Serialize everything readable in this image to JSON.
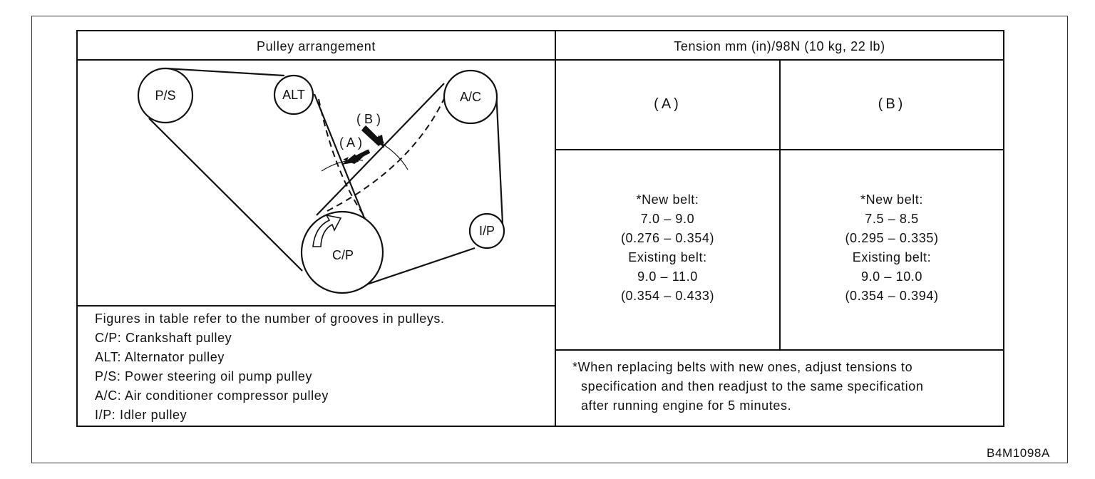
{
  "table": {
    "left_header": "Pulley arrangement",
    "right_header": "Tension mm (in)/98N (10 kg, 22 lb)",
    "col_a_label": "(A)",
    "col_b_label": "(B)",
    "spec_a": [
      "*New belt:",
      "7.0 – 9.0",
      "(0.276 – 0.354)",
      "Existing belt:",
      "9.0 – 11.0",
      "(0.354 – 0.433)"
    ],
    "spec_b": [
      "*New belt:",
      "7.5 – 8.5",
      "(0.295 – 0.335)",
      "Existing belt:",
      "9.0 – 10.0",
      "(0.354 – 0.394)"
    ],
    "note": [
      "*When replacing belts with new ones, adjust tensions to",
      "specification and then readjust to the same specification",
      "after running engine for 5 minutes."
    ]
  },
  "legend": [
    "Figures in table refer to the number of grooves in pulleys.",
    "C/P: Crankshaft pulley",
    "ALT: Alternator pulley",
    "P/S: Power steering oil pump pulley",
    "A/C: Air conditioner compressor pulley",
    "I/P: Idler pulley"
  ],
  "pulleys": {
    "ps": "P/S",
    "alt": "ALT",
    "ac": "A/C",
    "ip": "I/P",
    "cp": "C/P"
  },
  "arrow_labels": {
    "a": "( A )",
    "b": "( B )"
  },
  "figure_code": "B4M1098A"
}
